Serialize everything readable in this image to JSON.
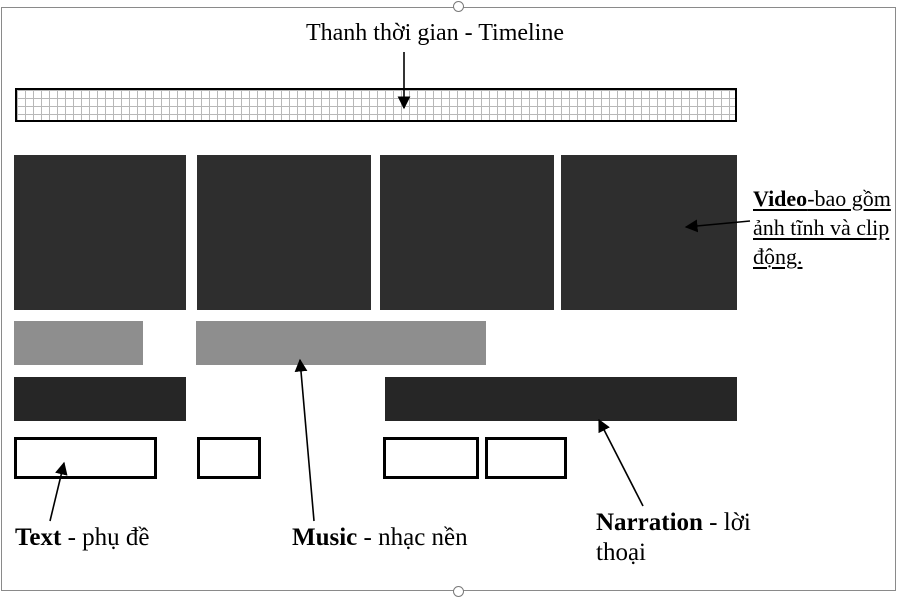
{
  "annotations": {
    "timeline": {
      "label": "Thanh thời gian - Timeline"
    },
    "video": {
      "bold": "Video",
      "rest": "-bao gồm ảnh tĩnh và clip động."
    },
    "text": {
      "bold": "Text",
      "rest": " - phụ đề"
    },
    "music": {
      "bold": "Music",
      "rest": " - nhạc nền"
    },
    "narration": {
      "bold": "Narration",
      "rest": " - lời thoại"
    }
  },
  "colors": {
    "video_track": "#2e2e2e",
    "music_track": "#8e8e8e",
    "narration_track": "#262626",
    "text_clip_border": "#000000",
    "timeline_grid": "#b8b8b8"
  }
}
